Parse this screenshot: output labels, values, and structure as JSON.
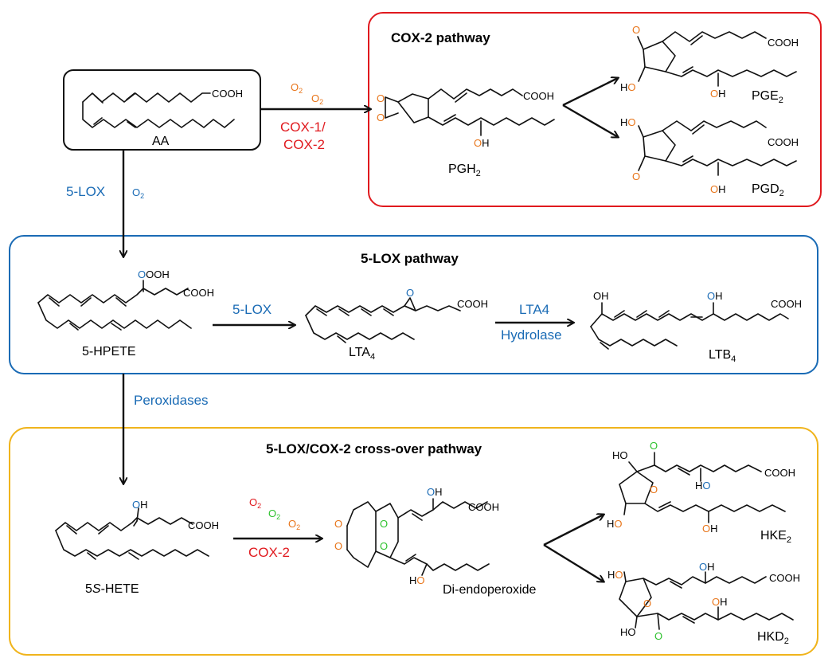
{
  "colors": {
    "cox2_box": "#e0191e",
    "lox_box": "#1a6bb5",
    "cross_box": "#f0b41c",
    "enzyme_red": "#e0191e",
    "enzyme_blue": "#1a6bb5",
    "oxygen_orange": "#e8751a",
    "oxygen_green": "#2ec22e",
    "oxygen_blue": "#1a6bb5"
  },
  "sections": {
    "cox2_title": "COX-2 pathway",
    "lox_title": "5-LOX pathway",
    "cross_title": "5-LOX/COX-2 cross-over pathway"
  },
  "compounds": {
    "aa": "AA",
    "pgh2": "PGH",
    "pge2": "PGE",
    "pgd2": "PGD",
    "hpete": "5-HPETE",
    "lta4": "LTA",
    "ltb4": "LTB",
    "hete_prefix": "5",
    "hete_s": "S",
    "hete_suffix": "-HETE",
    "diendo": "Di-endoperoxide",
    "hke2": "HKE",
    "hkd2": "HKD",
    "sub2": "2",
    "sub4": "4"
  },
  "enzymes": {
    "cox12_line1": "COX-1/",
    "cox12_line2": "COX-2",
    "lox_left": "5-LOX",
    "lox_arrow": "5-LOX",
    "lta4h_line1": "LTA4",
    "lta4h_line2": "Hydrolase",
    "peroxidases": "Peroxidases",
    "cox2": "COX-2"
  },
  "atoms": {
    "o2": "O",
    "two": "2",
    "cooh": "COOH",
    "oh": "OH",
    "ooh": "OOH",
    "o": "O",
    "h": "H",
    "ho": "HO"
  }
}
